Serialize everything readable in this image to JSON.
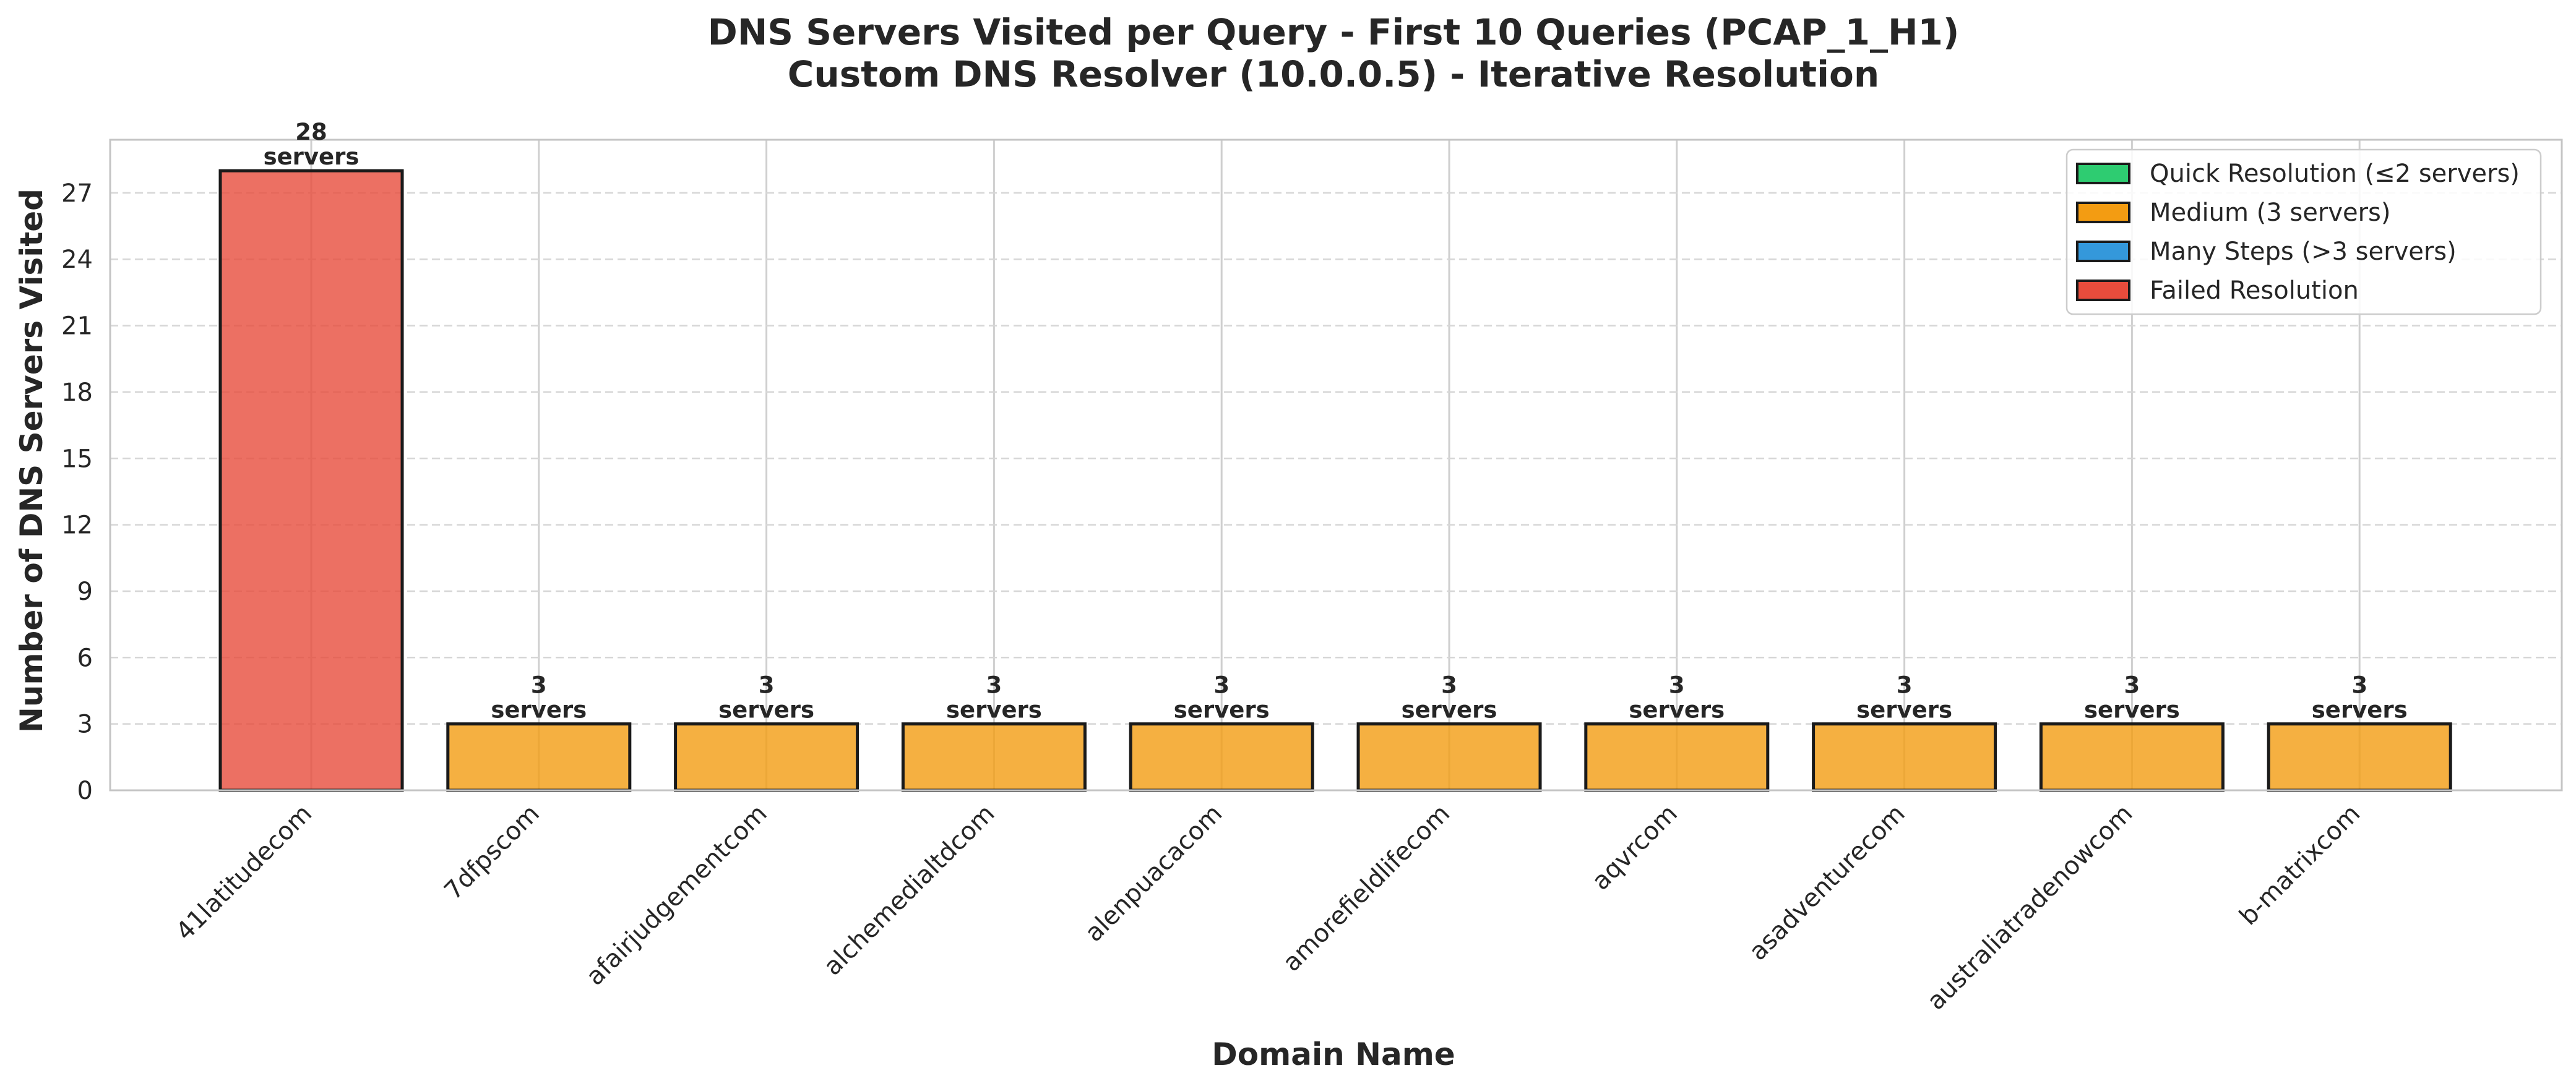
{
  "chart_data": {
    "type": "bar",
    "title_line1": "DNS Servers Visited per Query - First 10 Queries (PCAP_1_H1)",
    "title_line2": "Custom DNS Resolver (10.0.0.5) - Iterative Resolution",
    "xlabel": "Domain Name",
    "ylabel": "Number of DNS Servers Visited",
    "ylim": [
      0,
      29.4
    ],
    "yticks": [
      0,
      3,
      6,
      9,
      12,
      15,
      18,
      21,
      24,
      27
    ],
    "grid": true,
    "legend_position": "top-right",
    "value_label_unit": "servers",
    "categories": [
      "41latitudecom",
      "7dfpscom",
      "afairjudgementcom",
      "alchemedialtdcom",
      "alenpuacacom",
      "amorefieldlifecom",
      "aqvrcom",
      "asadventurecom",
      "australiatradenowcom",
      "b-matrixcom"
    ],
    "values": [
      28,
      3,
      3,
      3,
      3,
      3,
      3,
      3,
      3,
      3
    ],
    "bar_status": [
      "failed",
      "medium",
      "medium",
      "medium",
      "medium",
      "medium",
      "medium",
      "medium",
      "medium",
      "medium"
    ],
    "legend": [
      {
        "key": "quick",
        "label": "Quick Resolution (≤2 servers)",
        "color": "#2ecc71"
      },
      {
        "key": "medium",
        "label": "Medium (3 servers)",
        "color": "#f39c12"
      },
      {
        "key": "many",
        "label": "Many Steps (>3 servers)",
        "color": "#3498db"
      },
      {
        "key": "failed",
        "label": "Failed Resolution",
        "color": "#e74c3c"
      }
    ]
  }
}
